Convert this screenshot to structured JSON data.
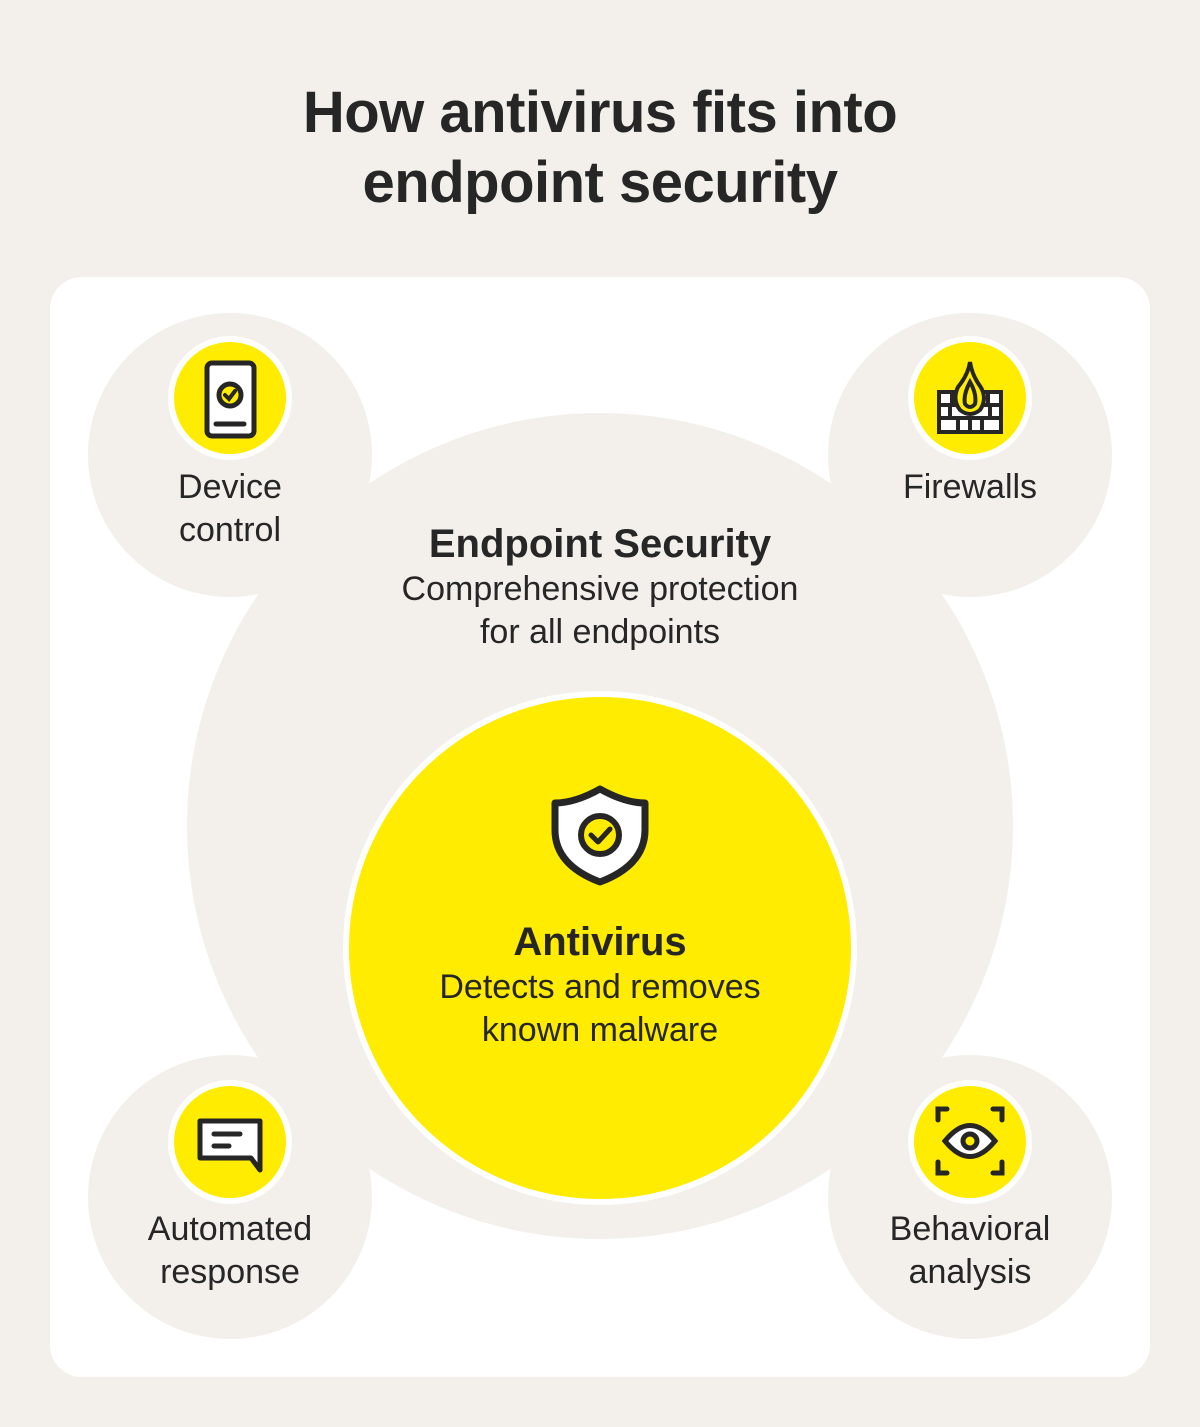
{
  "title_line1": "How antivirus fits into",
  "title_line2": "endpoint security",
  "outer": {
    "title": "Endpoint Security",
    "line1": "Comprehensive protection",
    "line2": "for all endpoints"
  },
  "core": {
    "title": "Antivirus",
    "line1": "Detects and removes",
    "line2": "known malware"
  },
  "satellites": [
    {
      "line1": "Device",
      "line2": "control",
      "icon": "phone-check-icon"
    },
    {
      "line1": "Firewalls",
      "icon": "firewall-icon"
    },
    {
      "line1": "Automated",
      "line2": "response",
      "icon": "chat-icon"
    },
    {
      "line1": "Behavioral",
      "line2": "analysis",
      "icon": "eye-scan-icon"
    }
  ],
  "colors": {
    "accent": "#ffec00",
    "background": "#f3f0ec",
    "card": "#ffffff",
    "text": "#262626"
  }
}
